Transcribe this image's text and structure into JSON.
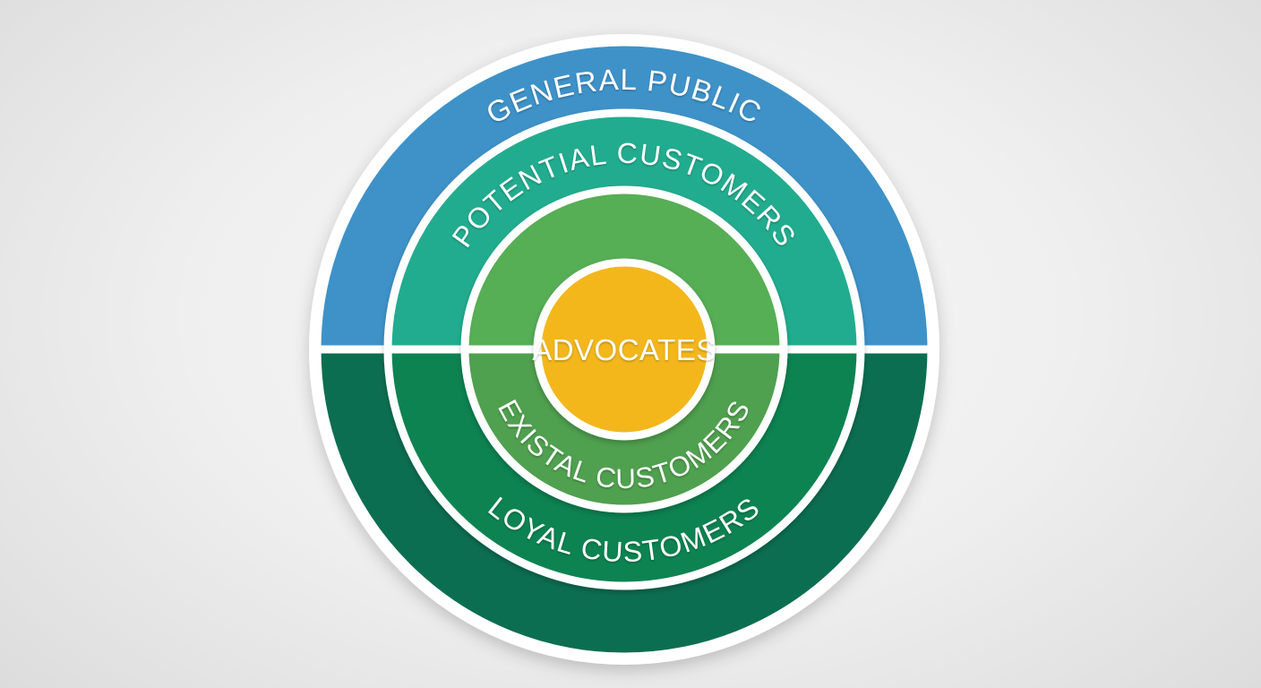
{
  "page": {
    "background_inner_color": "#F8F8F8",
    "background_outer_color": "#D6D6D6"
  },
  "diagram": {
    "type": "concentric-circles-audience-model",
    "divider_color": "#FFFFFF",
    "label_color": "#FFFFFF",
    "center_circle": {
      "label": "ADVOCATES",
      "color": "#F3B71C"
    },
    "rings": [
      {
        "position": "outermost",
        "top": {
          "label": "GENERAL PUBLIC",
          "color": "#3E92C8"
        },
        "bottom": {
          "label": "",
          "color": "#0C6E50"
        }
      },
      {
        "position": "middle",
        "top": {
          "label": "POTENTIAL CUSTOMERS",
          "color": "#20AC8F"
        },
        "bottom": {
          "label": "LOYAL CUSTOMERS",
          "color": "#0F8351"
        }
      },
      {
        "position": "innermost",
        "top": {
          "label": "",
          "color": "#56AE55"
        },
        "bottom": {
          "label": "EXISTAL CUSTOMERS",
          "color": "#4FA04F"
        }
      }
    ]
  }
}
